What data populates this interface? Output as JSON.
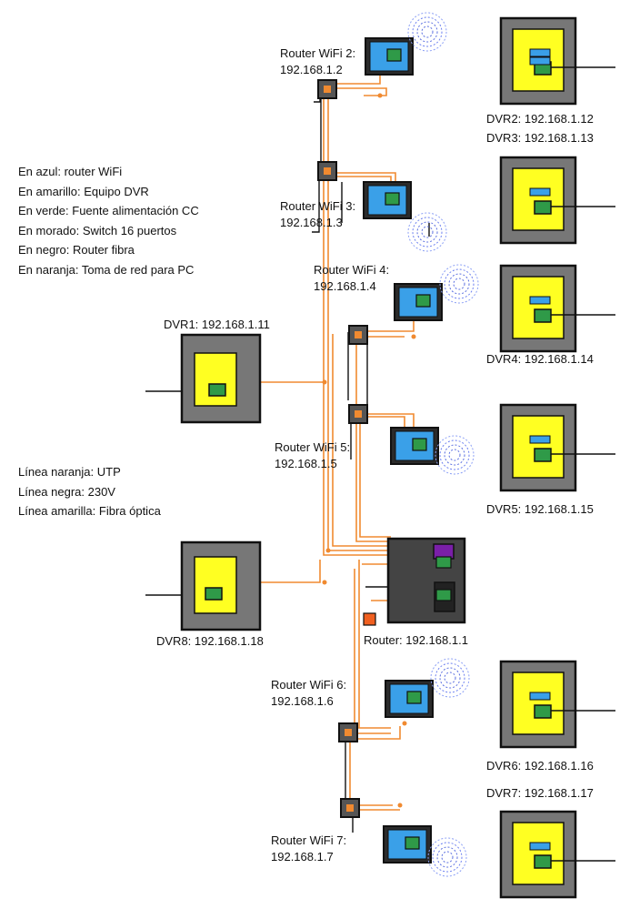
{
  "legend_devices": [
    "En azul: router WiFi",
    "En amarillo: Equipo DVR",
    "En verde: Fuente alimentación CC",
    "En morado: Switch 16 puertos",
    "En negro: Router fibra",
    "En naranja: Toma de red para PC"
  ],
  "legend_lines": [
    "Línea naranja: UTP",
    "Línea negra: 230V",
    "Línea amarilla: Fibra óptica"
  ],
  "labels": {
    "wifi2": [
      "Router WiFi 2:",
      "192.168.1.2"
    ],
    "wifi3": [
      "Router WiFi 3:",
      "192.168.1.3"
    ],
    "wifi4": [
      "Router WiFi 4:",
      "192.168.1.4"
    ],
    "wifi5": [
      "Router WiFi 5:",
      "192.168.1.5"
    ],
    "wifi6": [
      "Router WiFi 6:",
      "192.168.1.6"
    ],
    "wifi7": [
      "Router WiFi 7:",
      "192.168.1.7"
    ],
    "dvr1": "DVR1: 192.168.1.11",
    "dvr2": "DVR2: 192.168.1.12",
    "dvr3": "DVR3: 192.168.1.13",
    "dvr4": "DVR4: 192.168.1.14",
    "dvr5": "DVR5: 192.168.1.15",
    "dvr6": "DVR6: 192.168.1.16",
    "dvr7": "DVR7: 192.168.1.17",
    "dvr8": "DVR8: 192.168.1.18",
    "router": "Router: 192.168.1.1"
  },
  "colors": {
    "utp": "#f08a30",
    "power": "#111111",
    "fiber": "#f2f24a",
    "wifi_router": "#3aa0e8",
    "dvr": "#ffff22",
    "psu": "#2f9a48",
    "switch": "#7a1fa8",
    "fiber_router": "#3a3a3a",
    "network_outlet": "#f06020",
    "enclosure": "#777777"
  }
}
